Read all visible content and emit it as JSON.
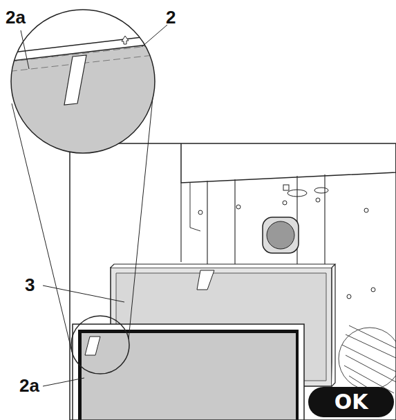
{
  "diagram": {
    "nodes": [
      {
        "text": [
          "OK"
        ]
      }
    ],
    "labels": [
      "2a",
      "2",
      "3",
      "2a"
    ]
  }
}
